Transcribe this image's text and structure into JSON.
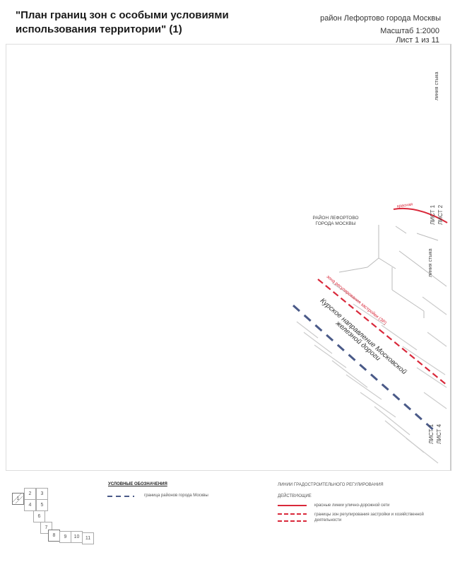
{
  "header": {
    "title_line1": "\"План границ зон с особыми условиями",
    "title_line2": "использования территории\" (1)",
    "district": "район Лефортово города Москвы",
    "scale": "Масштаб 1:2000",
    "sheet": "Лист 1 из 11"
  },
  "map": {
    "joint_line_1": "линия стыка",
    "joint_line_2": "линия стыка",
    "red_label": "красная",
    "sheet_1_2_a": "ЛИСТ 1",
    "sheet_1_2_b": "ЛИСТ 2",
    "district_label_1": "РАЙОН ЛЕФОРТОВО",
    "district_label_2": "ГОРОДА МОСКВЫ",
    "zone_label": "зона регулирования застройки (ЗР)",
    "railway_1": "Курское направление Московской",
    "railway_2": "железной дороги",
    "sheet_1_4_a": "ЛИСТ 1",
    "sheet_1_4_b": "ЛИСТ 4",
    "colors": {
      "red": "#d9283a",
      "blue": "#4a5a88"
    }
  },
  "sheet_index": [
    "1",
    "2",
    "3",
    "4",
    "5",
    "6",
    "7",
    "8",
    "9",
    "10",
    "11"
  ],
  "legend": {
    "title": "УСЛОВНЫЕ ОБОЗНАЧЕНИЯ",
    "district_boundary": "граница районов города Москвы",
    "regulation_title": "ЛИНИИ ГРАДОСТРОИТЕЛЬНОГО РЕГУЛИРОВАНИЯ",
    "existing": "ДЕЙСТВУЮЩИЕ",
    "red_lines": "красные линии улично-дорожной сети",
    "zone_boundaries_1": "границы зон регулирования застройки и хозяйственной",
    "zone_boundaries_2": "деятельности"
  }
}
